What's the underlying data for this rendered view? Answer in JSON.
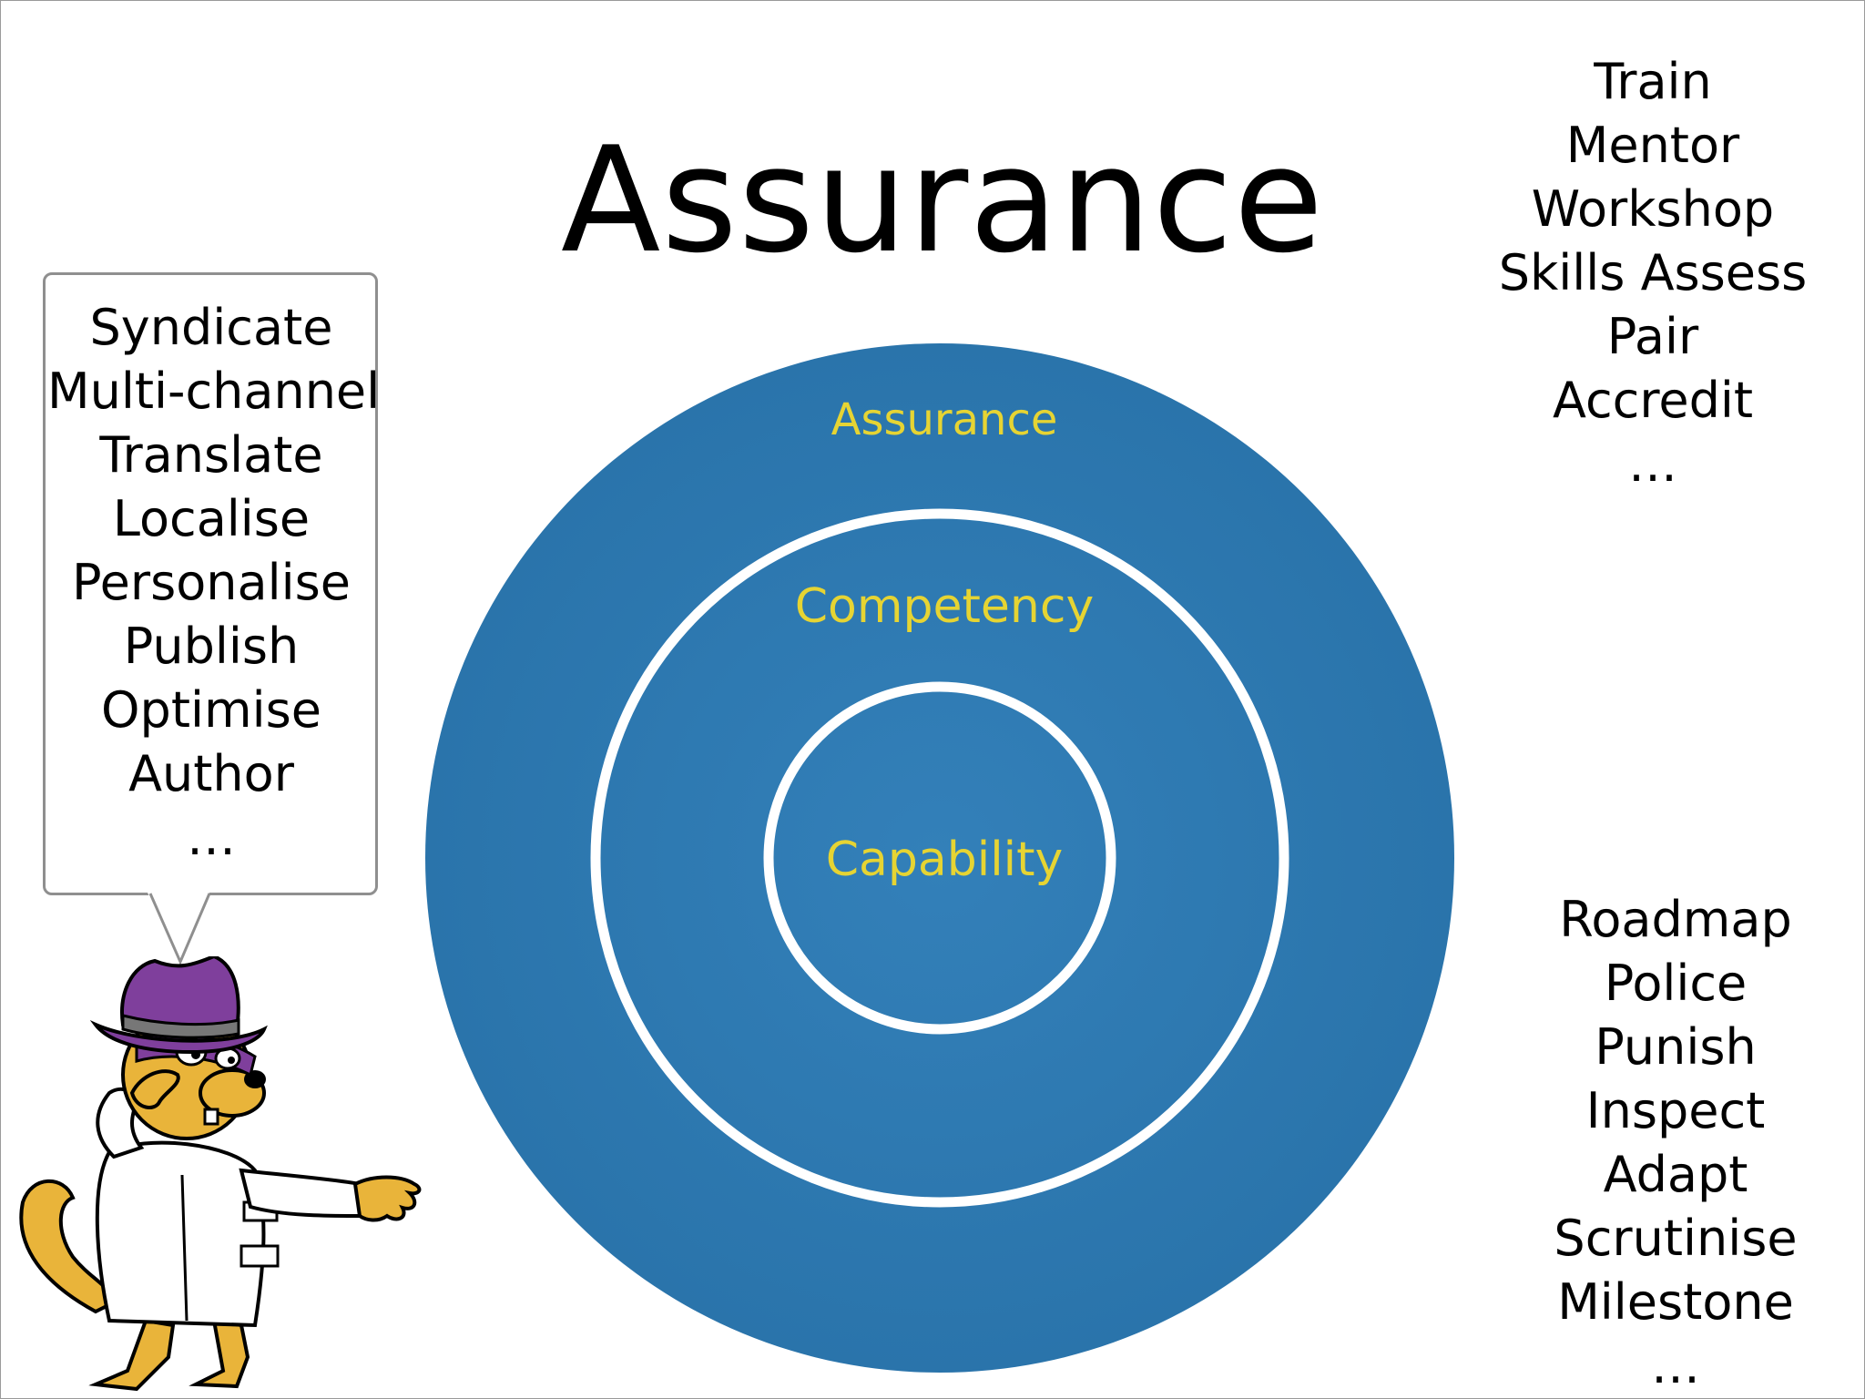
{
  "slide": {
    "title": "Assurance"
  },
  "target": {
    "outer_label": "Assurance",
    "middle_label": "Competency",
    "inner_label": "Capability"
  },
  "bubble_list": {
    "items": [
      "Syndicate",
      "Multi-channel",
      "Translate",
      "Localise",
      "Personalise",
      "Publish",
      "Optimise",
      "Author",
      "…"
    ]
  },
  "top_right_list": {
    "items": [
      "Train",
      "Mentor",
      "Workshop",
      "Skills Assess",
      "Pair",
      "Accredit",
      "…"
    ]
  },
  "bottom_right_list": {
    "items": [
      "Roadmap",
      "Police",
      "Punish",
      "Inspect",
      "Adapt",
      "Scrutinise",
      "Milestone",
      "…"
    ]
  },
  "colors": {
    "circle_fill": "#2f7bb3",
    "ring_stroke": "#ffffff",
    "label_text": "#e6d433",
    "bubble_border": "#8f8f8f"
  },
  "icons": {
    "mascot": "cartoon-squirrel-secret-agent-icon"
  }
}
